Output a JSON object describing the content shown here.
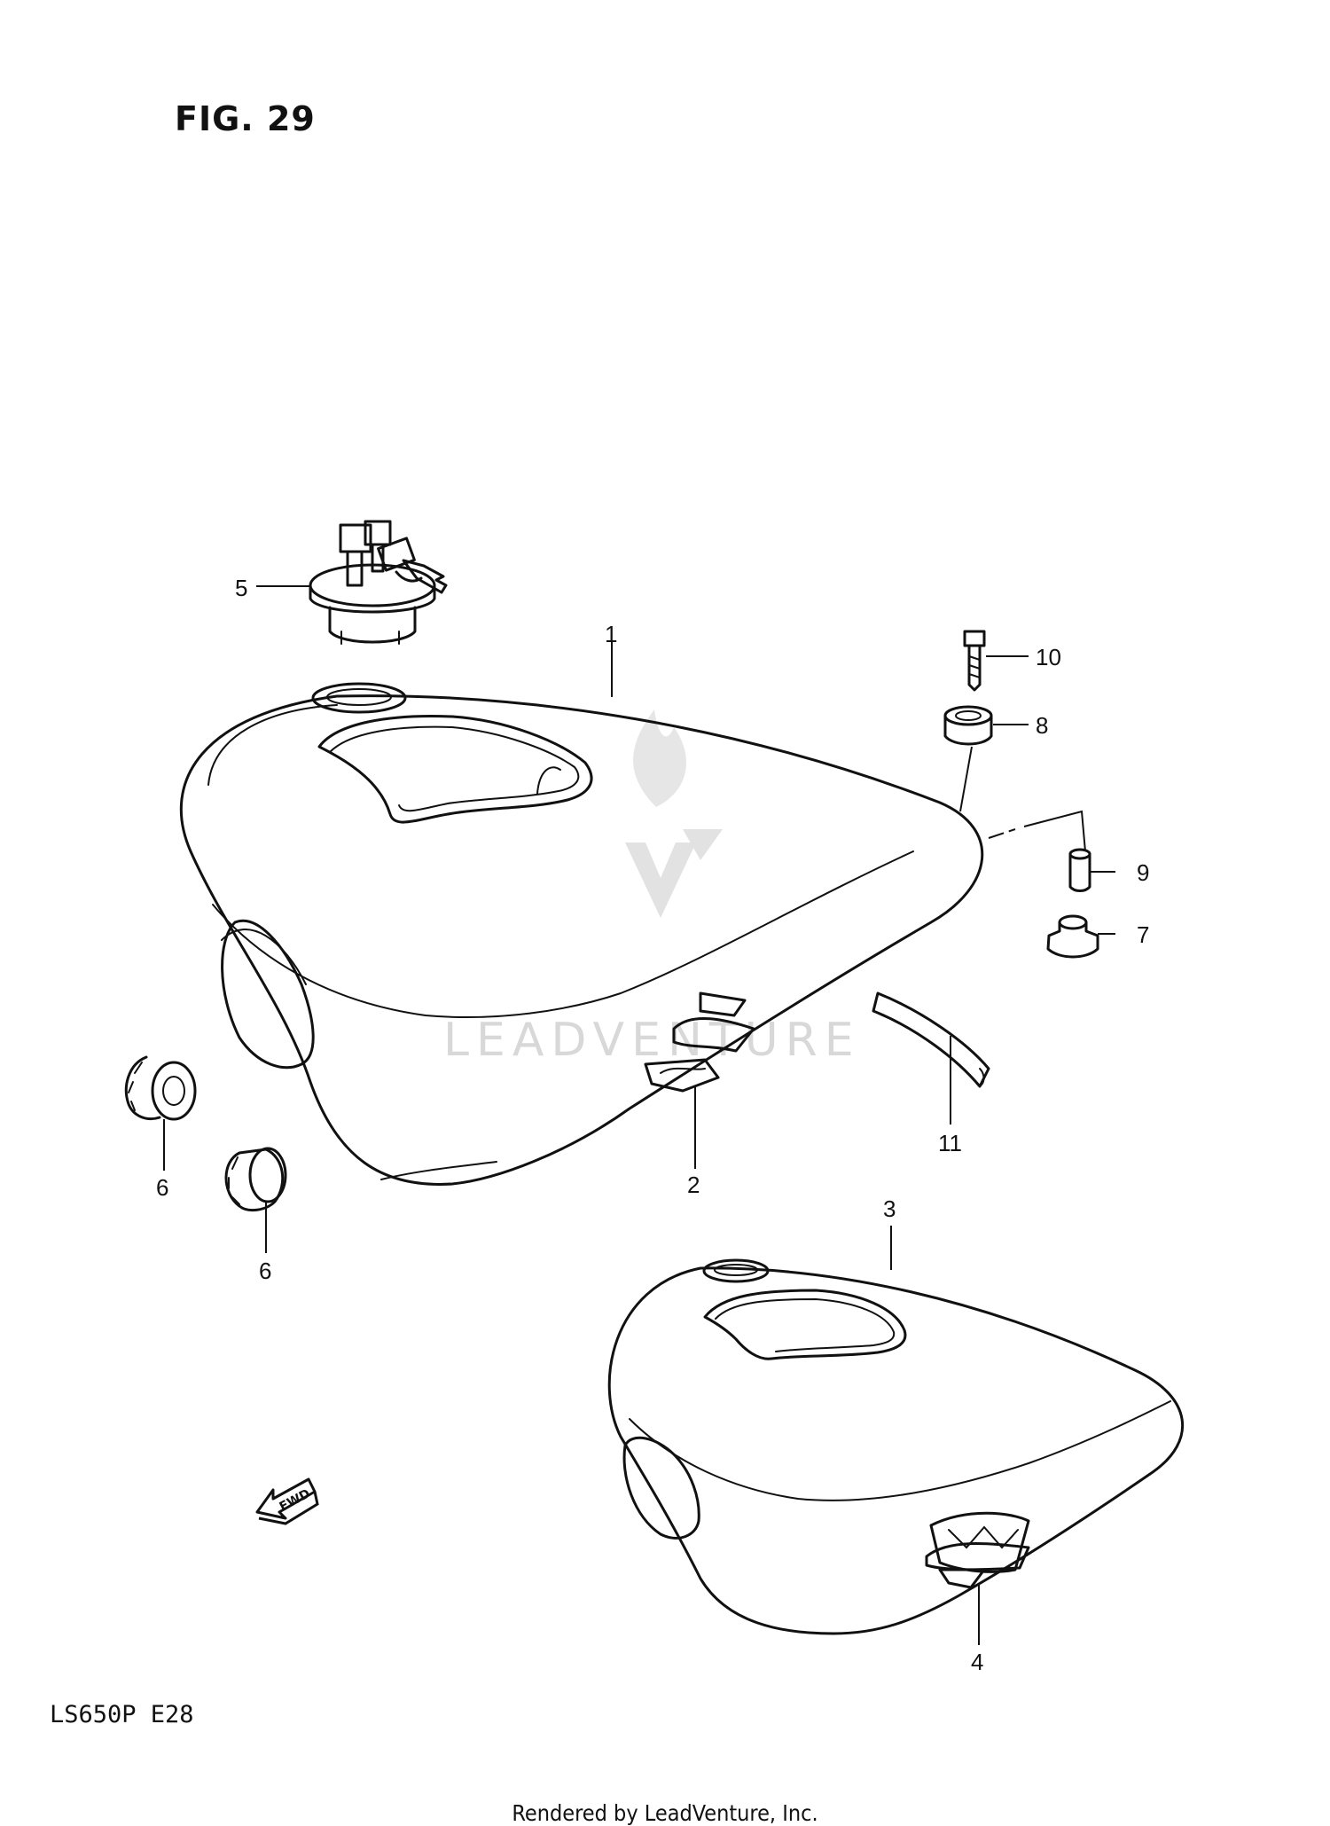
{
  "figure": {
    "title": "FIG. 29"
  },
  "model": "LS650P  E28",
  "footer": "Rendered by LeadVenture, Inc.",
  "watermark": {
    "text": "LEADVENTURE",
    "color": "#d8d8d8"
  },
  "callouts": [
    {
      "number": "1",
      "part": "fuel-tank"
    },
    {
      "number": "2",
      "part": "tank-emblem"
    },
    {
      "number": "3",
      "part": "fuel-tank-alt"
    },
    {
      "number": "4",
      "part": "tank-emblem-alt"
    },
    {
      "number": "5",
      "part": "fuel-cap-with-keys"
    },
    {
      "number": "6",
      "part": "cushion-left"
    },
    {
      "number": "6",
      "part": "cushion-right"
    },
    {
      "number": "7",
      "part": "rear-cushion"
    },
    {
      "number": "8",
      "part": "spacer"
    },
    {
      "number": "9",
      "part": "collar"
    },
    {
      "number": "10",
      "part": "bolt"
    },
    {
      "number": "11",
      "part": "fuel-hose"
    }
  ],
  "fwd_label": "FWD"
}
